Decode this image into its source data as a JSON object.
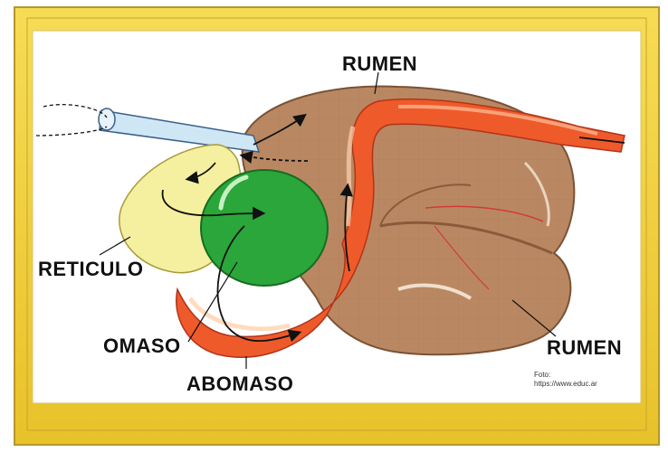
{
  "labels": {
    "rumen_top": "RUMEN",
    "reticulo": "RETICULO",
    "omaso": "OMASO",
    "abomaso": "ABOMASO",
    "rumen_right": "RUMEN"
  },
  "credit": {
    "line1": "Foto:",
    "line2": "https://www.educ.ar"
  },
  "colors": {
    "frame": "#f2d23a",
    "rumen": "#b98862",
    "reticulo": "#f4f0a0",
    "omaso": "#2aa63a",
    "abomaso": "#ef5a2a",
    "esophagus": "#cfe6f5"
  }
}
